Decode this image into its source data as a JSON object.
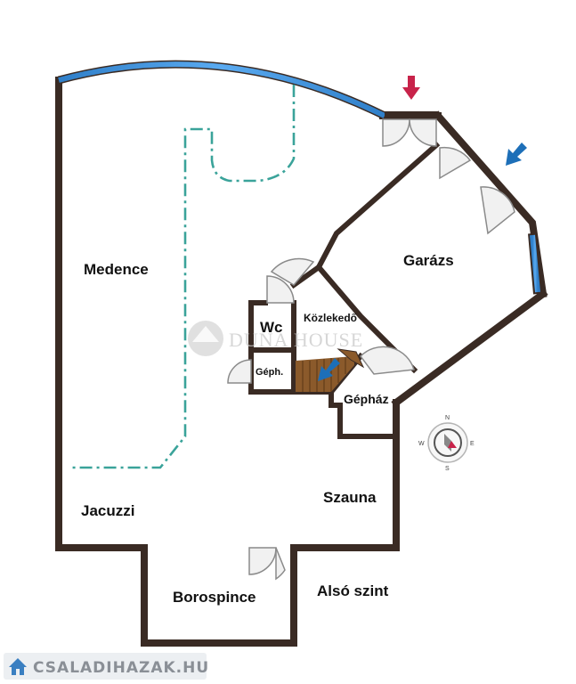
{
  "floor_plan": {
    "rooms": {
      "medence": "Medence",
      "garazs": "Garázs",
      "wc": "Wc",
      "kozlekedo": "Közlekedő",
      "geph": "Géph.",
      "gephaz": "Gépház",
      "jacuzzi": "Jacuzzi",
      "szauna": "Szauna",
      "borospince": "Borospince"
    },
    "level_label": "Alsó szint",
    "watermark": "DUNA HOUSE",
    "compass_letters": [
      "N",
      "E",
      "S",
      "W"
    ]
  },
  "footer": {
    "site_logo_text": "CSALADIHAZAK.HU"
  },
  "colors": {
    "wall": "#3a2b24",
    "window": "#3d8fd6",
    "pool_outline": "#3aa39a",
    "entry_arrow": "#c8234a",
    "blue_arrow": "#1d6fb8",
    "stairs": "#8b5a2b"
  }
}
